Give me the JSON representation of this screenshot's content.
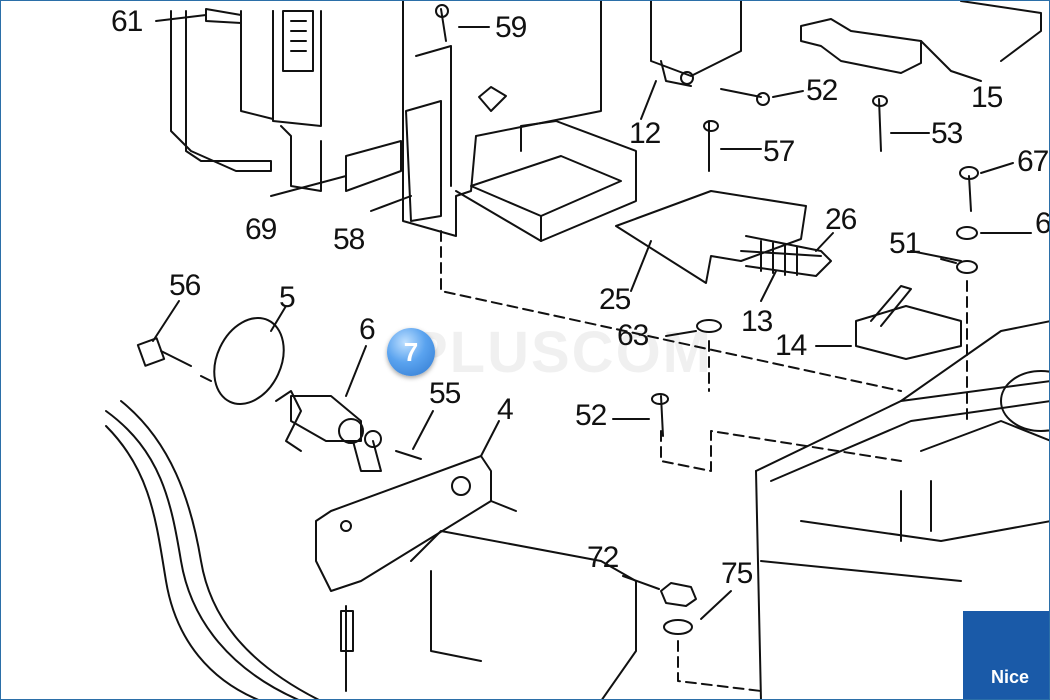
{
  "diagram": {
    "callouts": {
      "c61": "61",
      "c59": "59",
      "c52a": "52",
      "c15": "15",
      "c12": "12",
      "c57": "57",
      "c53": "53",
      "c67": "67",
      "c6right": "6",
      "c69": "69",
      "c58": "58",
      "c26": "26",
      "c51": "51",
      "c56": "56",
      "c5": "5",
      "c6": "6",
      "c25": "25",
      "c63": "63",
      "c13": "13",
      "c14": "14",
      "c55": "55",
      "c4": "4",
      "c52b": "52",
      "c72": "72",
      "c75": "75"
    },
    "watermark": "PLUSCOM",
    "selected_marker": "7",
    "brand_logo": "Nice"
  },
  "colors": {
    "line": "#111111",
    "marker": "#3b86dd",
    "brand": "#1a5aa8"
  }
}
